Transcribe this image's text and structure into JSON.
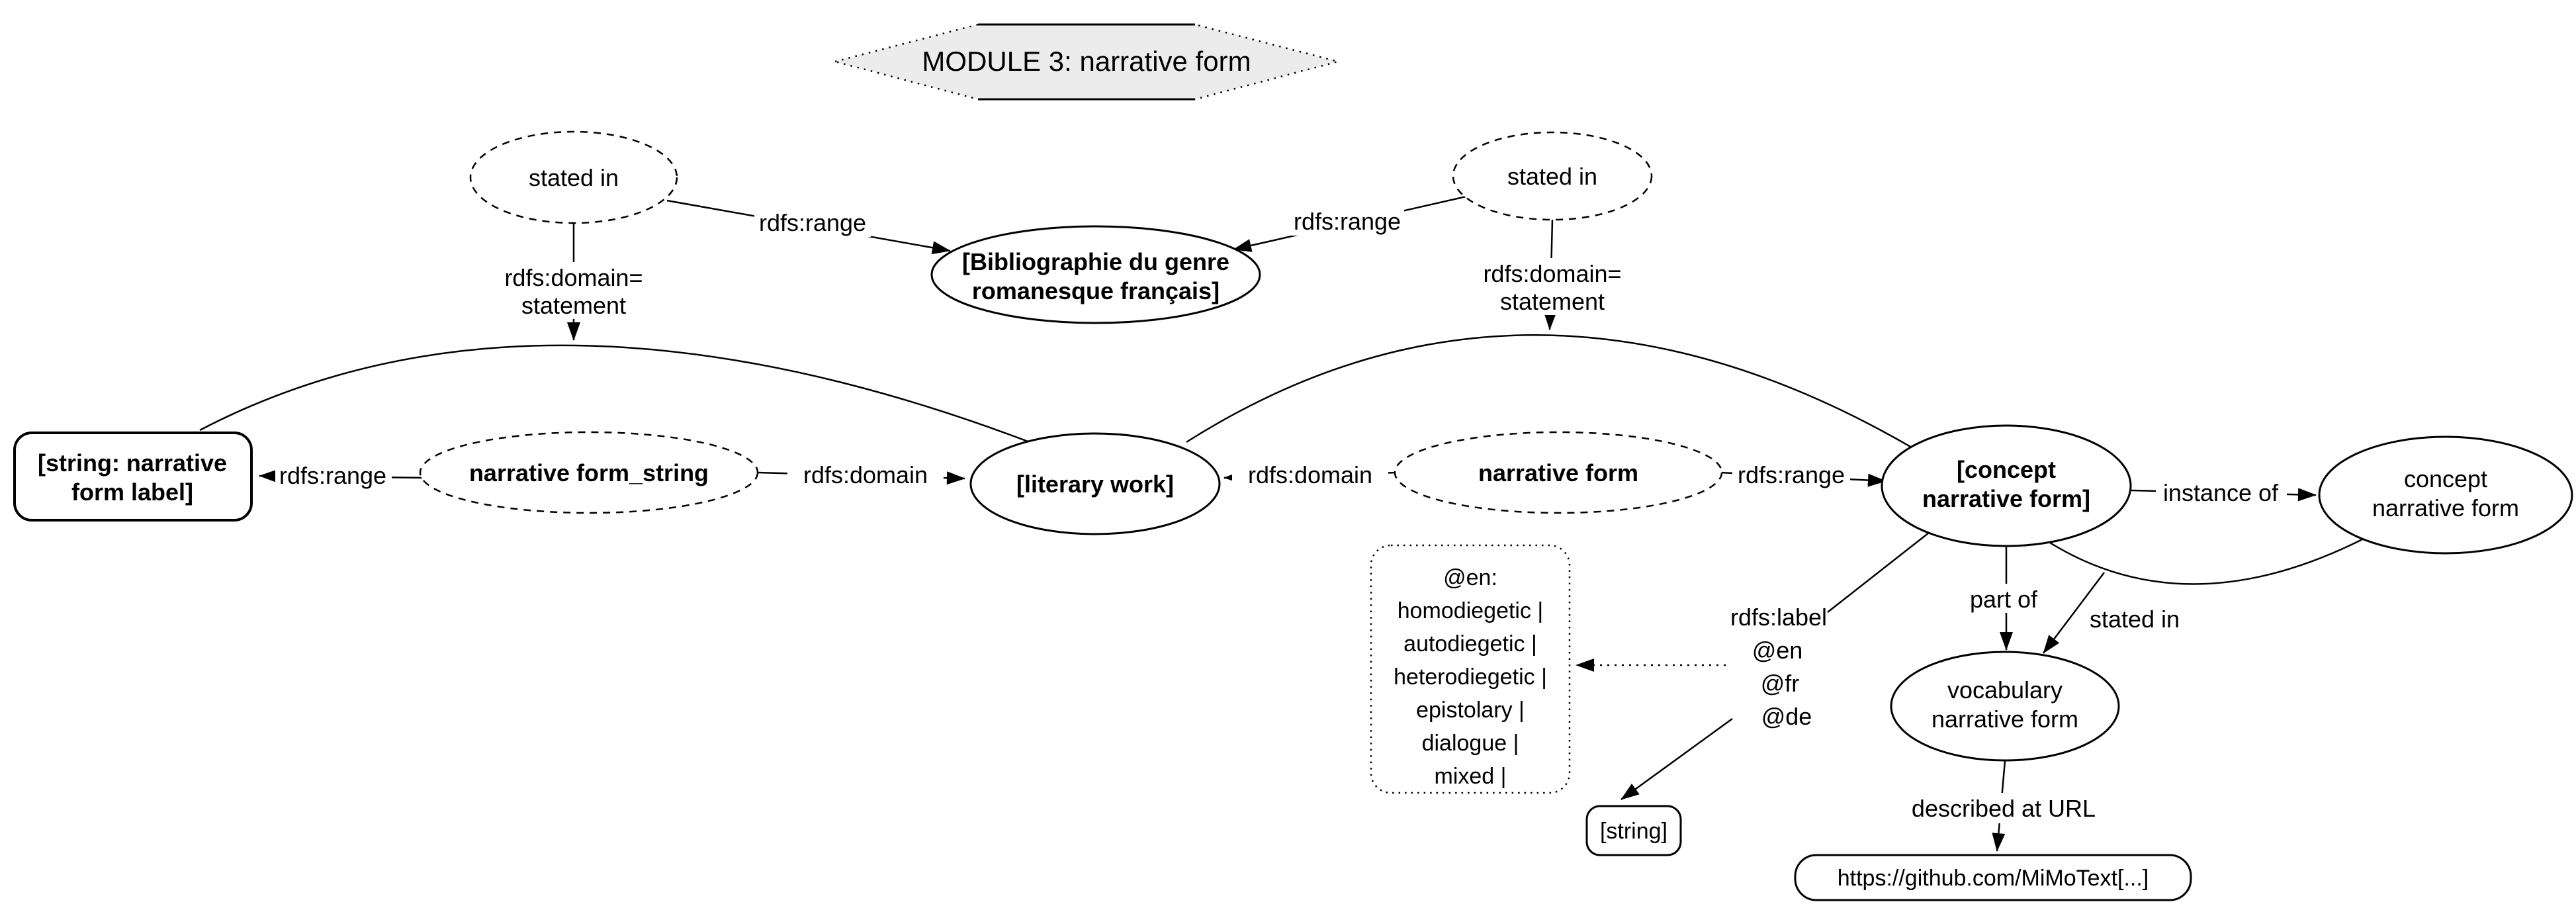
{
  "title": {
    "text": "MODULE 3: narrative form"
  },
  "colors": {
    "background": "#ffffff",
    "stroke": "#000000",
    "title_fill": "#ececec",
    "green": "#33cc33",
    "blue": "#1b75bc"
  },
  "nodes": {
    "stated_in_left": {
      "label": "stated in"
    },
    "stated_in_right": {
      "label": "stated in"
    },
    "bibliographie": {
      "lines": [
        "[Bibliographie du genre",
        "romanesque français]"
      ]
    },
    "string_narrative_form_label": {
      "lines": [
        "[string: narrative",
        "form label]"
      ]
    },
    "narrative_form_string": {
      "label": "narrative form_string"
    },
    "literary_work": {
      "label": "[literary work]"
    },
    "narrative_form": {
      "label": "narrative form"
    },
    "concept_narrative_form_instance": {
      "lines": [
        "[concept",
        "narrative form]"
      ]
    },
    "concept_narrative_form_class": {
      "lines": [
        "concept",
        "narrative form"
      ]
    },
    "vocabulary_narrative_form": {
      "lines": [
        "vocabulary",
        "narrative form"
      ]
    },
    "en_values_box": {
      "lines": [
        "@en:",
        "homodiegetic |",
        "autodiegetic |",
        "heterodiegetic |",
        "epistolary |",
        "dialogue |",
        "mixed |"
      ]
    },
    "string_box": {
      "label": "[string]"
    },
    "github_url_box": {
      "label": "https://github.com/MiMoText[...]"
    }
  },
  "edge_labels": {
    "rdfs_range_top_left": "rdfs:range",
    "rdfs_range_top_right": "rdfs:range",
    "rdfs_domain_statement_left": {
      "lines": [
        "rdfs:domain=",
        "statement"
      ]
    },
    "rdfs_domain_statement_right": {
      "lines": [
        "rdfs:domain=",
        "statement"
      ]
    },
    "rdfs_range_mid_left": "rdfs:range",
    "rdfs_domain_mid_left": "rdfs:domain",
    "rdfs_domain_mid_right": "rdfs:domain",
    "rdfs_range_mid_right": "rdfs:range",
    "instance_of": "instance of",
    "rdfs_label_stack": {
      "lines": [
        "rdfs:label",
        "@en",
        "@fr",
        "@de"
      ]
    },
    "part_of": "part of",
    "stated_in_bottom": "stated in",
    "described_at_url": "described at URL"
  }
}
